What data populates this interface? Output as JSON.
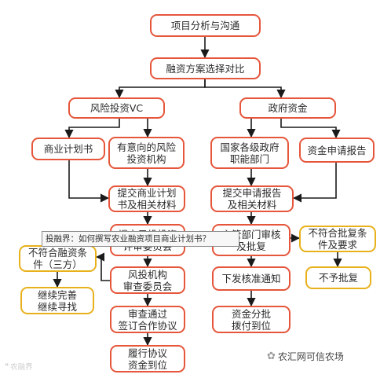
{
  "colors": {
    "primary_border": "#e5563b",
    "secondary_border": "#e8b11c",
    "arrow": "#1a1a1a"
  },
  "nodes": {
    "analysis": "项目分析与沟通",
    "compare": "融资方案选择对比",
    "vc": "风险投资VC",
    "gov": "政府资金",
    "bp": "商业计划书",
    "intent": "有意向的风险\n投资机构",
    "ministry": "国家各级政府\n职能部门",
    "apply_report": "资金申请报告",
    "submit_bp": "提交商业计划\n书及相关材料",
    "submit_apply": "提交申请报告\n及相关材料",
    "vc_review": "提交风投投资\n评审委员会",
    "reject_terms": "不符合融资条\n件（三方）",
    "improve": "继续完善\n继续寻找",
    "committee": "风投机构\n审查委员会",
    "approved": "审查通过\n签订合作协议",
    "execute": "履行协议\n资金到位",
    "dept_review": "主管部门审核\n及批复",
    "not_qualified": "不符合批复条\n件及要求",
    "no_approval": "不予批复",
    "notice": "下发核准通知",
    "funds": "资金分批\n拨付到位"
  },
  "tooltip": "投融界：如何撰写农业融资项目商业计划书？",
  "brand": {
    "icon": "wechat-icon",
    "name": "农汇网可信农场"
  },
  "watermark": {
    "icon": "quote-mark-icon",
    "text": "农融界"
  }
}
